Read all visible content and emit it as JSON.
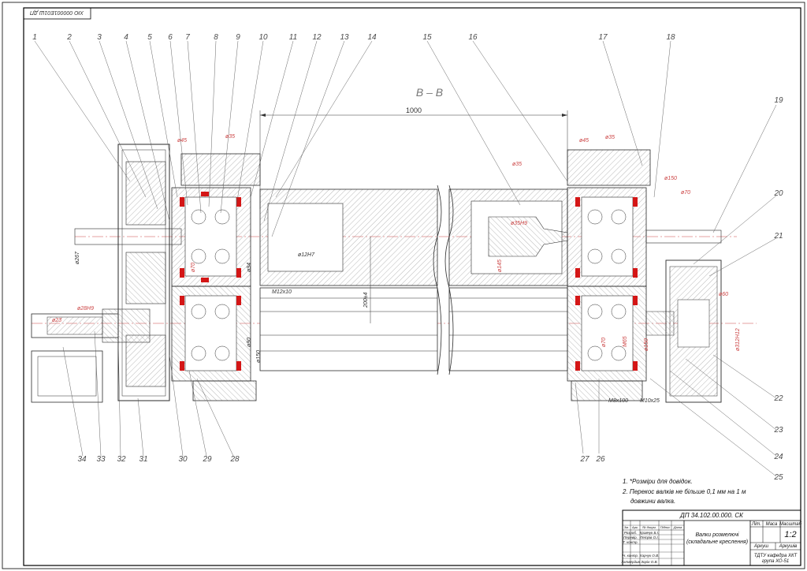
{
  "stamp_code": "ХЮ 000001Е01Ш ДП",
  "section_label": "В – В",
  "length_dim": "1000",
  "center_dim": "200±4",
  "part_numbers": [
    "1",
    "2",
    "3",
    "4",
    "5",
    "6",
    "7",
    "8",
    "9",
    "10",
    "11",
    "12",
    "13",
    "14",
    "15",
    "16",
    "17",
    "18",
    "19",
    "20",
    "21",
    "22",
    "23",
    "24",
    "25",
    "26",
    "27",
    "28",
    "29",
    "30",
    "31",
    "32",
    "33",
    "34"
  ],
  "dimensions": {
    "d45": "ø45",
    "d35_left": "ø35",
    "d267": "ø267",
    "d94": "ø94",
    "d150_left": "ø150",
    "d70_left": "ø70",
    "d12h7": "ø12H7",
    "m12": "M12x10",
    "d90": "ø90",
    "d35_right": "ø35",
    "d45_right": "ø45",
    "d35_top": "ø35",
    "d150_right": "ø150",
    "d70_right": "ø70",
    "d35h9": "ø35H9",
    "d145": "ø145",
    "d60": "ø60",
    "d70_low": "ø70",
    "m65": "M65",
    "d150_low": "ø150",
    "d312": "ø312H12",
    "m8": "M8x100",
    "m10": "M10x25",
    "d28h9": "ø28H9",
    "d23": "ø23"
  },
  "notes": [
    "1. *Розміри для довідок.",
    "2. Перекос валків не більше 0,1 мм на 1 м",
    "довжини валка."
  ],
  "title_block": {
    "doc_code": "ДП 34.102.00.000. СК",
    "title_line1": "Валки розмелючі",
    "title_line2": "(складальне креслення)",
    "col_lit": "Літ.",
    "col_mass": "Маса",
    "col_scale": "Масштаб",
    "scale_value": "1:2",
    "sheet_label": "Аркуш",
    "sheets_label": "Аркушів",
    "org_line1": "ТДТУ кафедра ХКТ",
    "org_line2": "група ХО-51",
    "roles": [
      "Зм.",
      "Арк.",
      "№ докум.",
      "Підпис",
      "Дата",
      "Розроб.",
      "Перевір.",
      "Т. контр.",
      "Н. контр.",
      "Затвердив"
    ],
    "names": [
      "Кравчук Б.І.",
      "Петрів О.І.",
      "Харчук О.В.",
      "Зорін О.В."
    ]
  },
  "colors": {
    "line": "#2a2a2a",
    "hatch": "#8a8a8a",
    "accent": "#d41616",
    "frame": "#000000"
  }
}
